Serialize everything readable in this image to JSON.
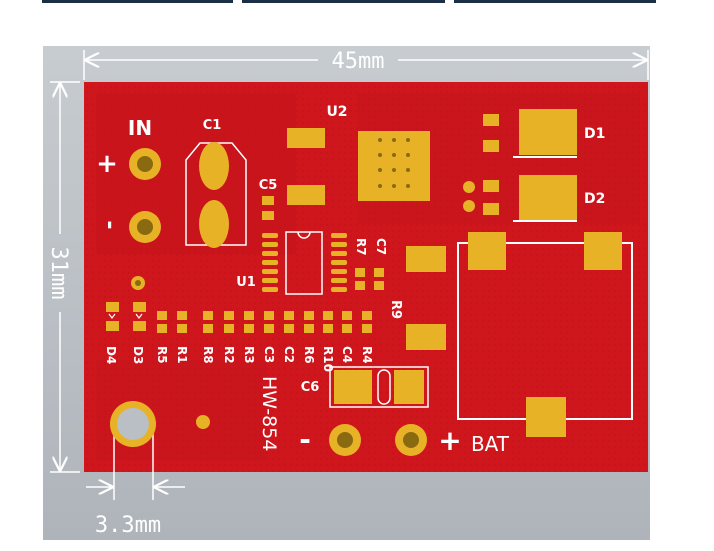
{
  "dimensions": {
    "width": "45mm",
    "height": "31mm",
    "hole_spacing": "3.3mm"
  },
  "board": {
    "model": "HW-854",
    "input_label": "IN",
    "battery_label": "BAT",
    "plus": "+",
    "minus": "-"
  },
  "components": {
    "C1": "C1",
    "U2": "U2",
    "D1": "D1",
    "D2": "D2",
    "C5": "C5",
    "U1": "U1",
    "R7": "R7",
    "C7": "C7",
    "R9": "R9",
    "C6": "C6",
    "D4": "D4",
    "D3": "D3",
    "R5": "R5",
    "R1": "R1",
    "R8": "R8",
    "R2": "R2",
    "R3": "R3",
    "C3": "C3",
    "C2": "C2",
    "R6": "R6",
    "R10": "R10",
    "C4": "C4",
    "R4": "R4"
  },
  "colors": {
    "pcb": "#d0161d",
    "pad": "#e8b227",
    "silkscreen": "#ffffff",
    "background": "#b9bfc4"
  }
}
